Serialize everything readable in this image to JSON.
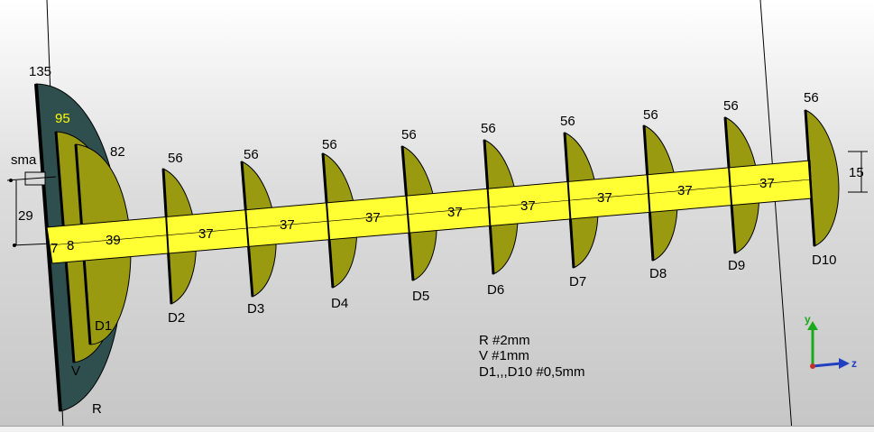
{
  "labels": {
    "reflector_height": "135",
    "v_height": "95",
    "d1_height": "82",
    "director_heights": [
      "56",
      "56",
      "56",
      "56",
      "56",
      "56",
      "56",
      "56",
      "56",
      "56"
    ],
    "connector": "sma",
    "offset": "29",
    "gap_left": "7",
    "gap_v": "8",
    "segment_first": "39",
    "segments": [
      "37",
      "37",
      "37",
      "37",
      "37",
      "37",
      "37",
      "37"
    ],
    "feed_width": "15",
    "reflector": "R",
    "v_element": "V",
    "directors": [
      "D1",
      "D2",
      "D3",
      "D4",
      "D5",
      "D6",
      "D7",
      "D8",
      "D9",
      "D10"
    ]
  },
  "notes": [
    "R #2mm",
    "V #1mm",
    "D1,,,D10 #0,5mm"
  ],
  "axes": {
    "y": "y",
    "z": "z"
  },
  "colors": {
    "reflector": "#2f4f4f",
    "element": "#9a9a10",
    "feedline": "#ffff33",
    "outline": "#000000"
  }
}
